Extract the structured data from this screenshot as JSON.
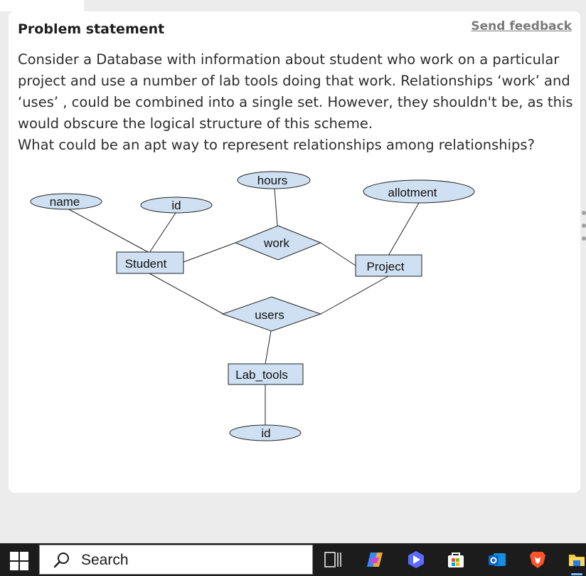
{
  "card": {
    "title": "Problem statement",
    "feedback_label": "Send feedback",
    "statement_lines": [
      "Consider a Database with information about student who work on a particular",
      "project and use a number of lab tools doing that work. Relationships ‘work’ and",
      "‘uses’ , could be combined into a single set. However, they shouldn't be, as this",
      "would obscure the logical structure of this scheme.",
      "What could be an apt way to represent relationships among relationships?"
    ]
  },
  "diagram": {
    "entities": {
      "student": "Student",
      "project": "Project",
      "lab_tools": "Lab_tools"
    },
    "relationships": {
      "work": "work",
      "users": "users"
    },
    "attributes": {
      "name": "name",
      "student_id": "id",
      "hours": "hours",
      "allotment": "allotment",
      "lab_tools_id": "id"
    },
    "fill_color": "#cfe0f2"
  },
  "taskbar": {
    "search_label": "Search",
    "icons": [
      "windows-start-icon",
      "search-icon",
      "task-view-icon",
      "copilot-icon",
      "bing-icon",
      "microsoft-store-icon",
      "outlook-icon",
      "brave-browser-icon",
      "file-explorer-icon"
    ]
  }
}
